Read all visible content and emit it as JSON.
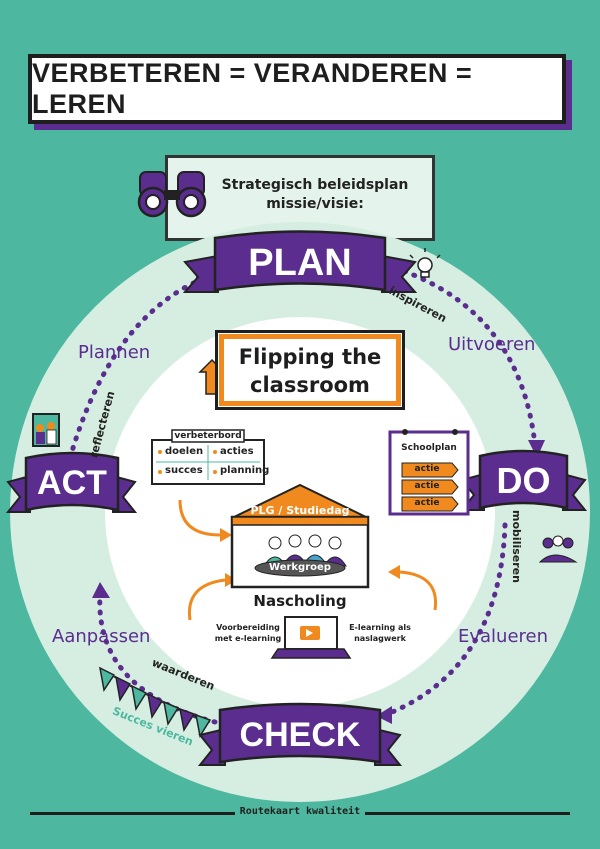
{
  "title": "VERBETEREN = VERANDEREN = LEREN",
  "strategy": {
    "line1": "Strategisch beleidsplan",
    "line2": "missie/visie:"
  },
  "cycle": {
    "plan": "PLAN",
    "do": "DO",
    "check": "CHECK",
    "act": "ACT"
  },
  "arc_labels": {
    "inspireren": "inspireren",
    "uitvoeren": "Uitvoeren",
    "mobiliseren": "mobiliseren",
    "evalueren": "Evalueren",
    "waarderen": "waarderen",
    "succes_vieren": "Succes vieren",
    "aanpassen": "Aanpassen",
    "reflecteren": "reflecteren",
    "plannen": "Plannen"
  },
  "center": {
    "flipping_line1": "Flipping the",
    "flipping_line2": "classroom",
    "verbeterbord": {
      "title": "verbeterbord",
      "cells": [
        "doelen",
        "acties",
        "succes",
        "planning"
      ]
    },
    "schoolplan": {
      "title": "Schoolplan",
      "items": [
        "actie",
        "actie",
        "actie"
      ]
    },
    "plg": "PLG / Studiedag",
    "werkgroep": "Werkgroep",
    "nascholing": "Nascholing",
    "voorbereiding": [
      "Voorbereiding",
      "met e-learning"
    ],
    "elearning": [
      "E-learning als",
      "naslagwerk"
    ]
  },
  "footer": "Routekaart kwaliteit",
  "colors": {
    "background": "#4db89f",
    "purple": "#5b2d8e",
    "orange": "#f08a1e",
    "outer_ring": "#d6eee2",
    "inner": "#ffffff"
  }
}
